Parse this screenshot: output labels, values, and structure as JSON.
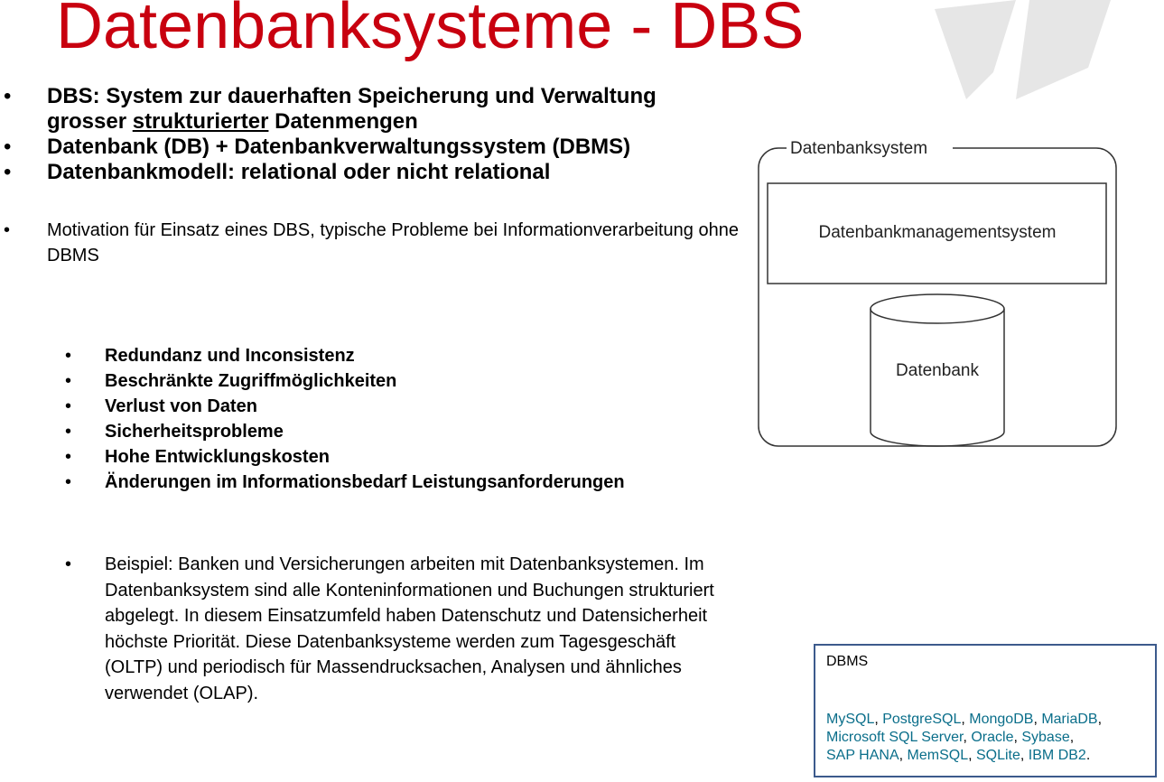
{
  "title": "Datenbanksysteme - DBS",
  "bullets_main": [
    {
      "text": "DBS: System zur dauerhaften Speicherung und Verwaltung grosser ",
      "underlined": "strukturierter",
      "after": " Datenmengen"
    },
    {
      "text": "Datenbank (DB) + Datenbankverwaltungssystem (DBMS)"
    },
    {
      "text": "Datenbankmodell: relational oder nicht relational"
    },
    {
      "text": "Motivation für Einsatz eines DBS, typische Probleme bei Informationverarbeitung ohne DBMS"
    }
  ],
  "problems": [
    "Redundanz und Inconsistenz",
    "Beschränkte Zugriffmöglichkeiten",
    "Verlust von Daten",
    "Sicherheitsprobleme",
    "Hohe Entwicklungskosten",
    "Änderungen im Informationsbedarf Leistungsanforderungen"
  ],
  "beispiel": "Beispiel: Banken und Versicherungen arbeiten mit Datenbanksystemen. Im Datenbanksystem sind alle Konteninformationen und Buchungen strukturiert abgelegt. In diesem Einsatzumfeld haben Datenschutz und Datensicherheit höchste Priorität. Diese Datenbanksysteme werden zum Tagesgeschäft (OLTP) und periodisch für Massendrucksachen, Analysen und ähnliches verwendet (OLAP).",
  "diagram": {
    "outer_label": "Datenbanksystem",
    "inner_label": "Datenbankmanagementsystem",
    "cylinder_label": "Datenbank"
  },
  "dbms_box": {
    "heading": "DBMS",
    "products": [
      "MySQL",
      "PostgreSQL",
      "MongoDB",
      "MariaDB",
      "Microsoft SQL Server",
      "Oracle",
      "Sybase",
      "SAP HANA",
      "MemSQL",
      "SQLite",
      "IBM DB2"
    ]
  },
  "colors": {
    "title": "#c8000f",
    "link": "#0a6e8a",
    "box_border": "#3c5a8c"
  },
  "icons": [
    "logo-icon"
  ]
}
